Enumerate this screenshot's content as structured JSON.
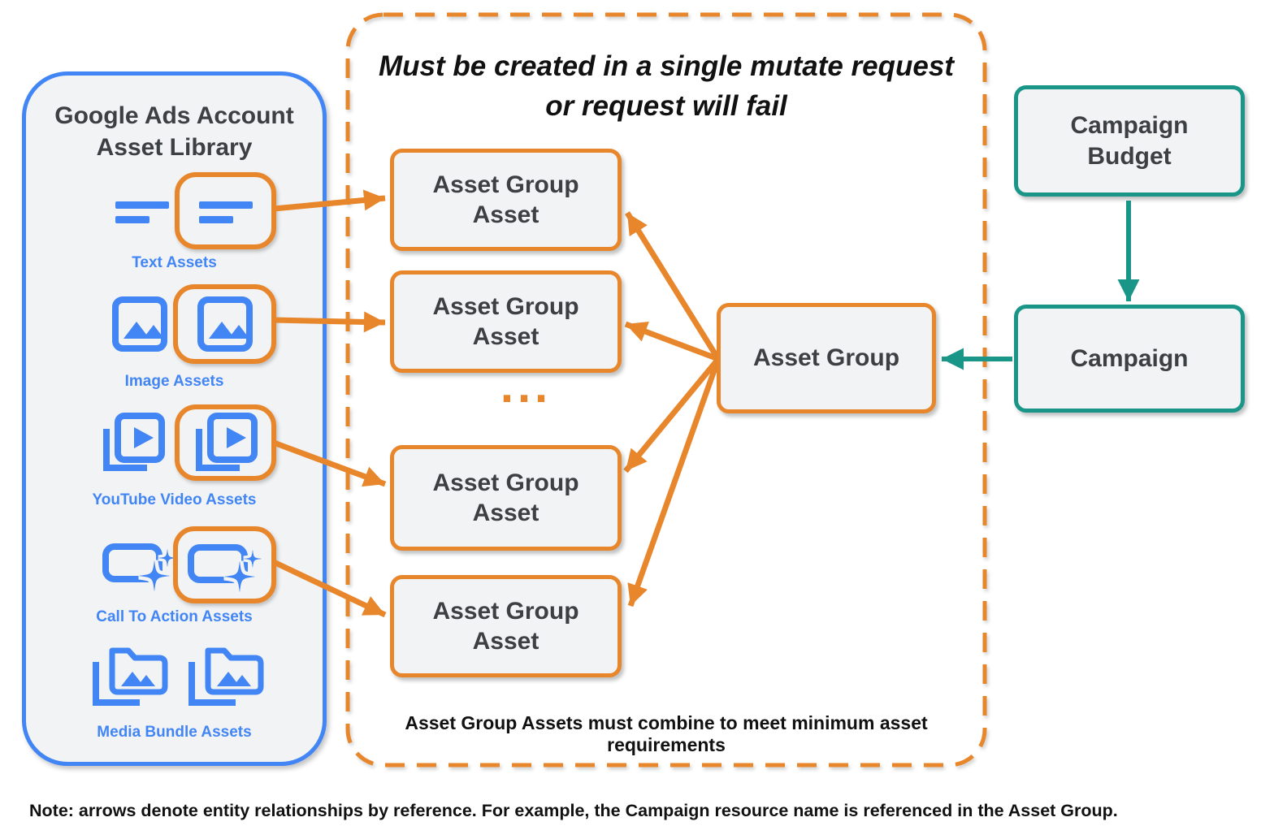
{
  "library": {
    "title_line1": "Google Ads Account",
    "title_line2": "Asset Library",
    "items": [
      {
        "label": "Text Assets"
      },
      {
        "label": "Image Assets"
      },
      {
        "label": "YouTube Video  Assets"
      },
      {
        "label": "Call To Action Assets"
      },
      {
        "label": "Media Bundle  Assets"
      }
    ]
  },
  "mutate_region": {
    "title_line1": "Must be created in a single mutate request",
    "title_line2": "or request will fail",
    "boxes": [
      "Asset Group Asset",
      "Asset Group Asset",
      "Asset Group Asset",
      "Asset Group Asset"
    ],
    "ellipsis": "...",
    "footnote": "Asset Group Assets must combine to meet minimum asset requirements"
  },
  "asset_group": {
    "label": "Asset Group"
  },
  "campaign_budget": {
    "line1": "Campaign",
    "line2": "Budget"
  },
  "campaign": {
    "label": "Campaign"
  },
  "note": {
    "text": "Note: arrows denote entity relationships by reference. For example, the Campaign resource name is referenced in the Asset Group."
  },
  "colors": {
    "blue": "#4285F4",
    "orange": "#E8862C",
    "teal": "#1A9688",
    "card_fill": "#F1F3F4",
    "dark_text": "#3C4043"
  }
}
